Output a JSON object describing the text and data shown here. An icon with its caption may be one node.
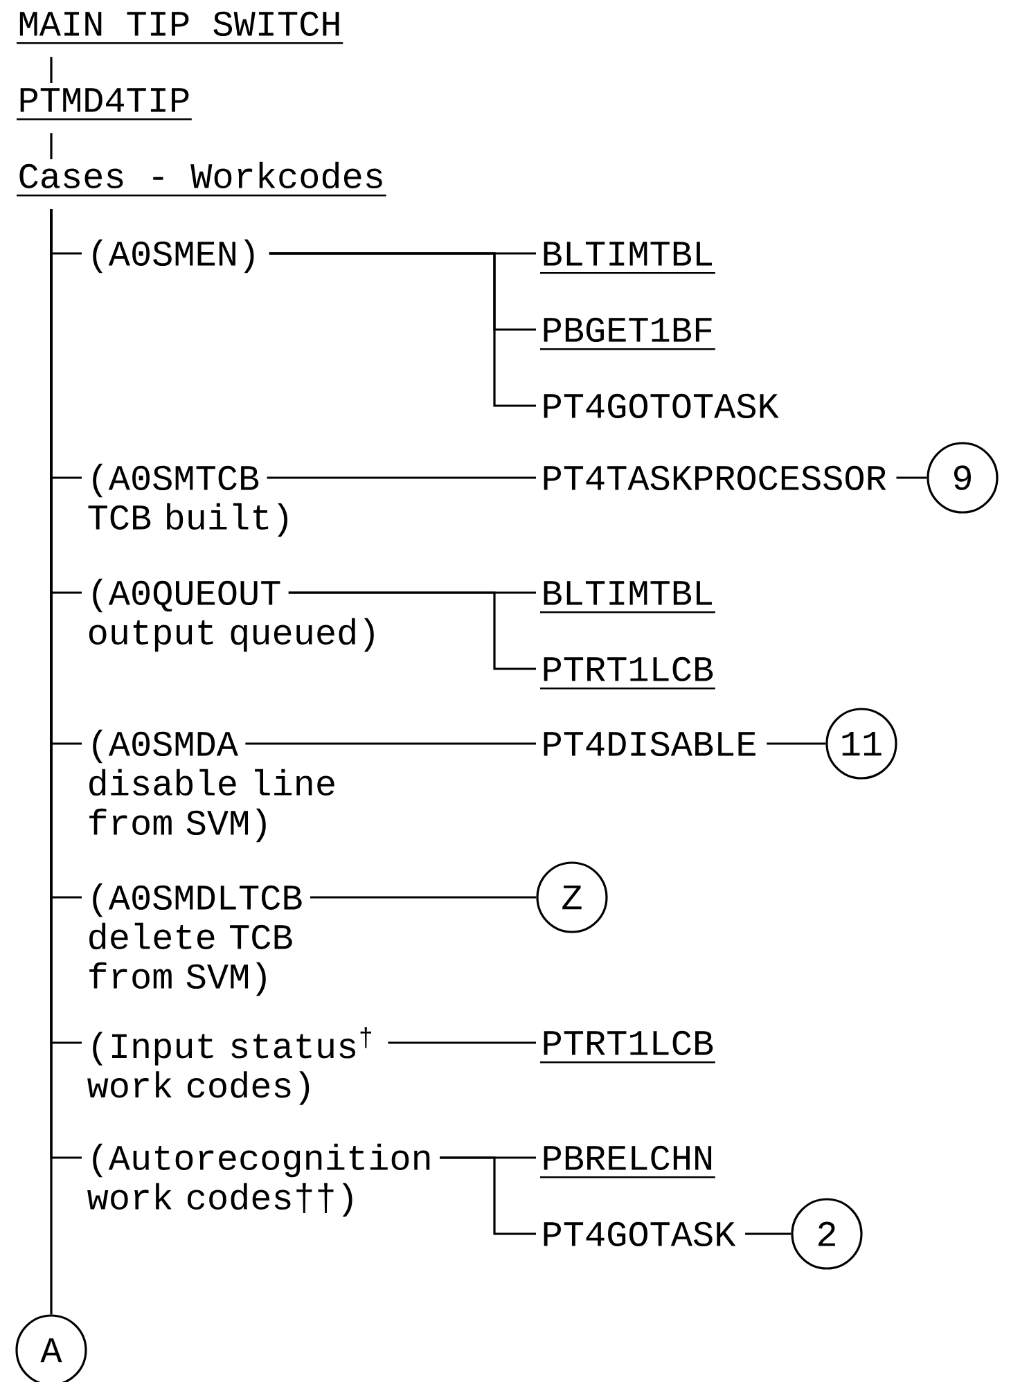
{
  "diagram": {
    "nodes": [
      {
        "text": [
          "MAIN TIP SWITCH"
        ]
      },
      {
        "text": [
          "PTMD4TIP"
        ]
      },
      {
        "text": [
          "Cases - Workcodes"
        ]
      },
      {
        "text": [
          "(A0SMEN)"
        ]
      },
      {
        "text": [
          "BLTIMTBL"
        ]
      },
      {
        "text": [
          "PBGET1BF"
        ]
      },
      {
        "text": [
          "PT4GOTOTASK"
        ]
      },
      {
        "text": [
          "(A0SMTCB TCB built)"
        ]
      },
      {
        "text": [
          "PT4TASKPROCESSOR"
        ]
      },
      {
        "text": [
          "9"
        ]
      },
      {
        "text": [
          "(A0QUEOUT output queued)"
        ]
      },
      {
        "text": [
          "BLTIMTBL"
        ]
      },
      {
        "text": [
          "PTRT1LCB"
        ]
      },
      {
        "text": [
          "(A0SMDA disable line from SVM)"
        ]
      },
      {
        "text": [
          "PT4DISABLE"
        ]
      },
      {
        "text": [
          "11"
        ]
      },
      {
        "text": [
          "(A0SMDLTCB delete TCB from SVM)"
        ]
      },
      {
        "text": [
          "Z"
        ]
      },
      {
        "text": [
          "(Input status$^{†}$ work codes)"
        ]
      },
      {
        "text": [
          "PTRT1LCB"
        ]
      },
      {
        "text": [
          "(Autorecognition work codes††)"
        ]
      },
      {
        "text": [
          "PBRELCHN"
        ]
      },
      {
        "text": [
          "PT4GOTASK"
        ]
      },
      {
        "text": [
          "2"
        ]
      },
      {
        "text": [
          "A"
        ]
      }
    ],
    "edges": [
      {
        "from": 0,
        "to": 1,
        "arrow": "none"
      },
      {
        "from": 1,
        "to": 2,
        "arrow": "none"
      },
      {
        "from": 2,
        "to": 3,
        "arrow": "none"
      },
      {
        "from": 3,
        "to": 4,
        "arrow": "none"
      },
      {
        "from": 3,
        "to": 5,
        "arrow": "none"
      },
      {
        "from": 3,
        "to": 6,
        "arrow": "none"
      },
      {
        "from": 2,
        "to": 7,
        "arrow": "none"
      },
      {
        "from": 7,
        "to": 8,
        "arrow": "none"
      },
      {
        "from": 8,
        "to": 9,
        "arrow": "none"
      },
      {
        "from": 2,
        "to": 10,
        "arrow": "none"
      },
      {
        "from": 10,
        "to": 11,
        "arrow": "none"
      },
      {
        "from": 10,
        "to": 12,
        "arrow": "none"
      },
      {
        "from": 2,
        "to": 13,
        "arrow": "none"
      },
      {
        "from": 13,
        "to": 14,
        "arrow": "none"
      },
      {
        "from": 14,
        "to": 15,
        "arrow": "none"
      },
      {
        "from": 2,
        "to": 16,
        "arrow": "none"
      },
      {
        "from": 16,
        "to": 17,
        "arrow": "none"
      },
      {
        "from": 2,
        "to": 18,
        "arrow": "none"
      },
      {
        "from": 18,
        "to": 19,
        "arrow": "none"
      },
      {
        "from": 2,
        "to": 20,
        "arrow": "none"
      },
      {
        "from": 20,
        "to": 21,
        "arrow": "none"
      },
      {
        "from": 20,
        "to": 22,
        "arrow": "none"
      },
      {
        "from": 22,
        "to": 23,
        "arrow": "none"
      },
      {
        "from": 2,
        "to": 24,
        "arrow": "none"
      }
    ]
  }
}
